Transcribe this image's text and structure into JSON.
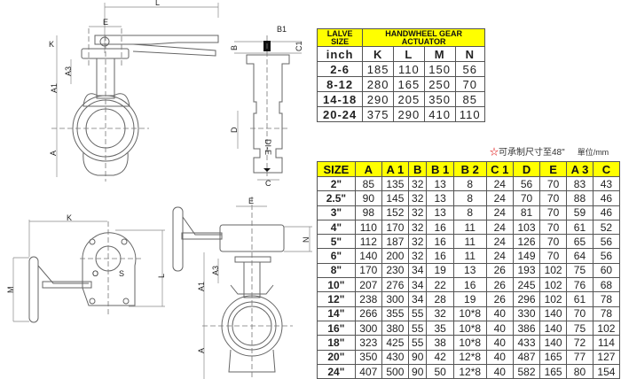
{
  "actuator_table": {
    "size_header": "LALVE SIZE",
    "group_header": "HANDWHEEL GEAR ACTUATOR",
    "unit_label": "inch",
    "columns": [
      "K",
      "L",
      "M",
      "N"
    ],
    "rows": [
      {
        "size": "2-6",
        "values": [
          "185",
          "110",
          "150",
          "56"
        ]
      },
      {
        "size": "8-12",
        "values": [
          "280",
          "165",
          "250",
          "70"
        ]
      },
      {
        "size": "14-18",
        "values": [
          "290",
          "205",
          "350",
          "85"
        ]
      },
      {
        "size": "20-24",
        "values": [
          "375",
          "290",
          "410",
          "110"
        ]
      }
    ]
  },
  "note": {
    "star": "☆",
    "text": "可承制尺寸至48\"",
    "unit": "單位/mm"
  },
  "dimension_table": {
    "columns": [
      "SIZE",
      "A",
      "A 1",
      "B",
      "B 1",
      "B 2",
      "C 1",
      "D",
      "E",
      "A 3",
      "C"
    ],
    "rows": [
      [
        "2\"",
        "85",
        "135",
        "32",
        "13",
        "8",
        "24",
        "56",
        "70",
        "83",
        "43"
      ],
      [
        "2.5\"",
        "90",
        "145",
        "32",
        "13",
        "8",
        "24",
        "70",
        "70",
        "88",
        "46"
      ],
      [
        "3\"",
        "98",
        "152",
        "32",
        "13",
        "8",
        "24",
        "81",
        "70",
        "59",
        "46"
      ],
      [
        "4\"",
        "110",
        "170",
        "32",
        "16",
        "11",
        "24",
        "103",
        "70",
        "61",
        "52"
      ],
      [
        "5\"",
        "112",
        "187",
        "32",
        "16",
        "11",
        "24",
        "126",
        "70",
        "65",
        "56"
      ],
      [
        "6\"",
        "140",
        "200",
        "32",
        "16",
        "11",
        "24",
        "149",
        "70",
        "64",
        "56"
      ],
      [
        "8\"",
        "170",
        "230",
        "34",
        "19",
        "13",
        "26",
        "193",
        "102",
        "75",
        "60"
      ],
      [
        "10\"",
        "207",
        "276",
        "34",
        "22",
        "16",
        "26",
        "245",
        "102",
        "76",
        "68"
      ],
      [
        "12\"",
        "238",
        "300",
        "34",
        "28",
        "19",
        "26",
        "296",
        "102",
        "61",
        "78"
      ],
      [
        "14\"",
        "266",
        "355",
        "55",
        "32",
        "10*8",
        "40",
        "330",
        "140",
        "70",
        "78"
      ],
      [
        "16\"",
        "300",
        "380",
        "55",
        "35",
        "10*8",
        "40",
        "386",
        "140",
        "75",
        "102"
      ],
      [
        "18\"",
        "323",
        "425",
        "55",
        "38",
        "10*8",
        "40",
        "433",
        "140",
        "72",
        "114"
      ],
      [
        "20\"",
        "350",
        "430",
        "90",
        "42",
        "12*8",
        "40",
        "487",
        "165",
        "77",
        "127"
      ],
      [
        "24\"",
        "407",
        "500",
        "90",
        "50",
        "12*8",
        "40",
        "582",
        "165",
        "80",
        "154"
      ]
    ]
  },
  "drawing_labels": {
    "lever_front": {
      "L": "L",
      "E": "E",
      "K": "K",
      "A3": "A3",
      "A1": "A1",
      "A": "A"
    },
    "side": {
      "B1": "B1",
      "B": "B",
      "C1": "C1",
      "D": "D",
      "C": "C",
      "marking": "DI-E"
    },
    "gear_top": {
      "K": "K",
      "M": "M",
      "L": "L",
      "open": "O",
      "shut": "S"
    },
    "gear_front": {
      "E": "E",
      "N": "N",
      "A3": "A3",
      "A1": "A1",
      "A": "A"
    }
  }
}
